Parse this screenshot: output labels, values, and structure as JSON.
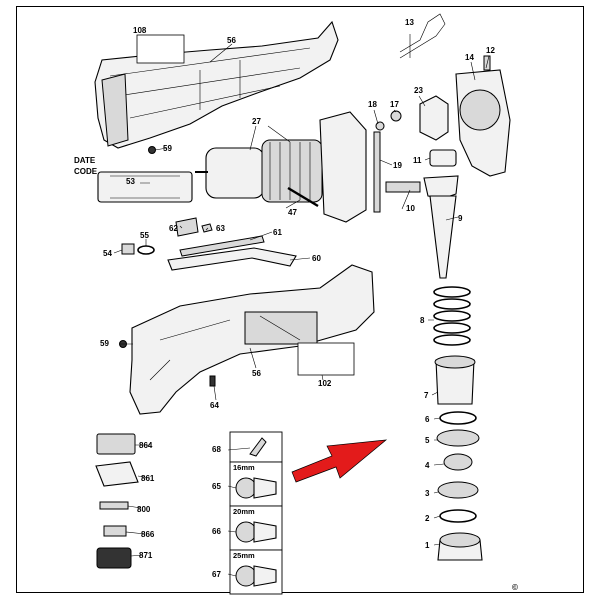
{
  "labels": {
    "p108": "108",
    "p56a": "56",
    "p13": "13",
    "p14": "14",
    "p12": "12",
    "p23": "23",
    "p18": "18",
    "p17": "17",
    "p27": "27",
    "p59a": "59",
    "date_code": "DATE\nCODE",
    "date": "DATE",
    "code": "CODE",
    "p53": "53",
    "p19": "19",
    "p11": "11",
    "p47": "47",
    "p10": "10",
    "p9": "9",
    "p62": "62",
    "p63": "63",
    "p55": "55",
    "p61": "61",
    "p54": "54",
    "p60": "60",
    "p8": "8",
    "p59b": "59",
    "p56b": "56",
    "p102": "102",
    "p64": "64",
    "p7": "7",
    "p6": "6",
    "p5": "5",
    "p4": "4",
    "p3": "3",
    "p2": "2",
    "p1": "1",
    "p864": "864",
    "p861": "861",
    "p800": "800",
    "p866": "866",
    "p871": "871",
    "p68": "68",
    "p65": "65",
    "p66": "66",
    "p67": "67",
    "s16": "16mm",
    "s20": "20mm",
    "s25": "25mm",
    "copyright": "©"
  },
  "colors": {
    "arrow": "#e31b1b",
    "ink": "#000000"
  }
}
